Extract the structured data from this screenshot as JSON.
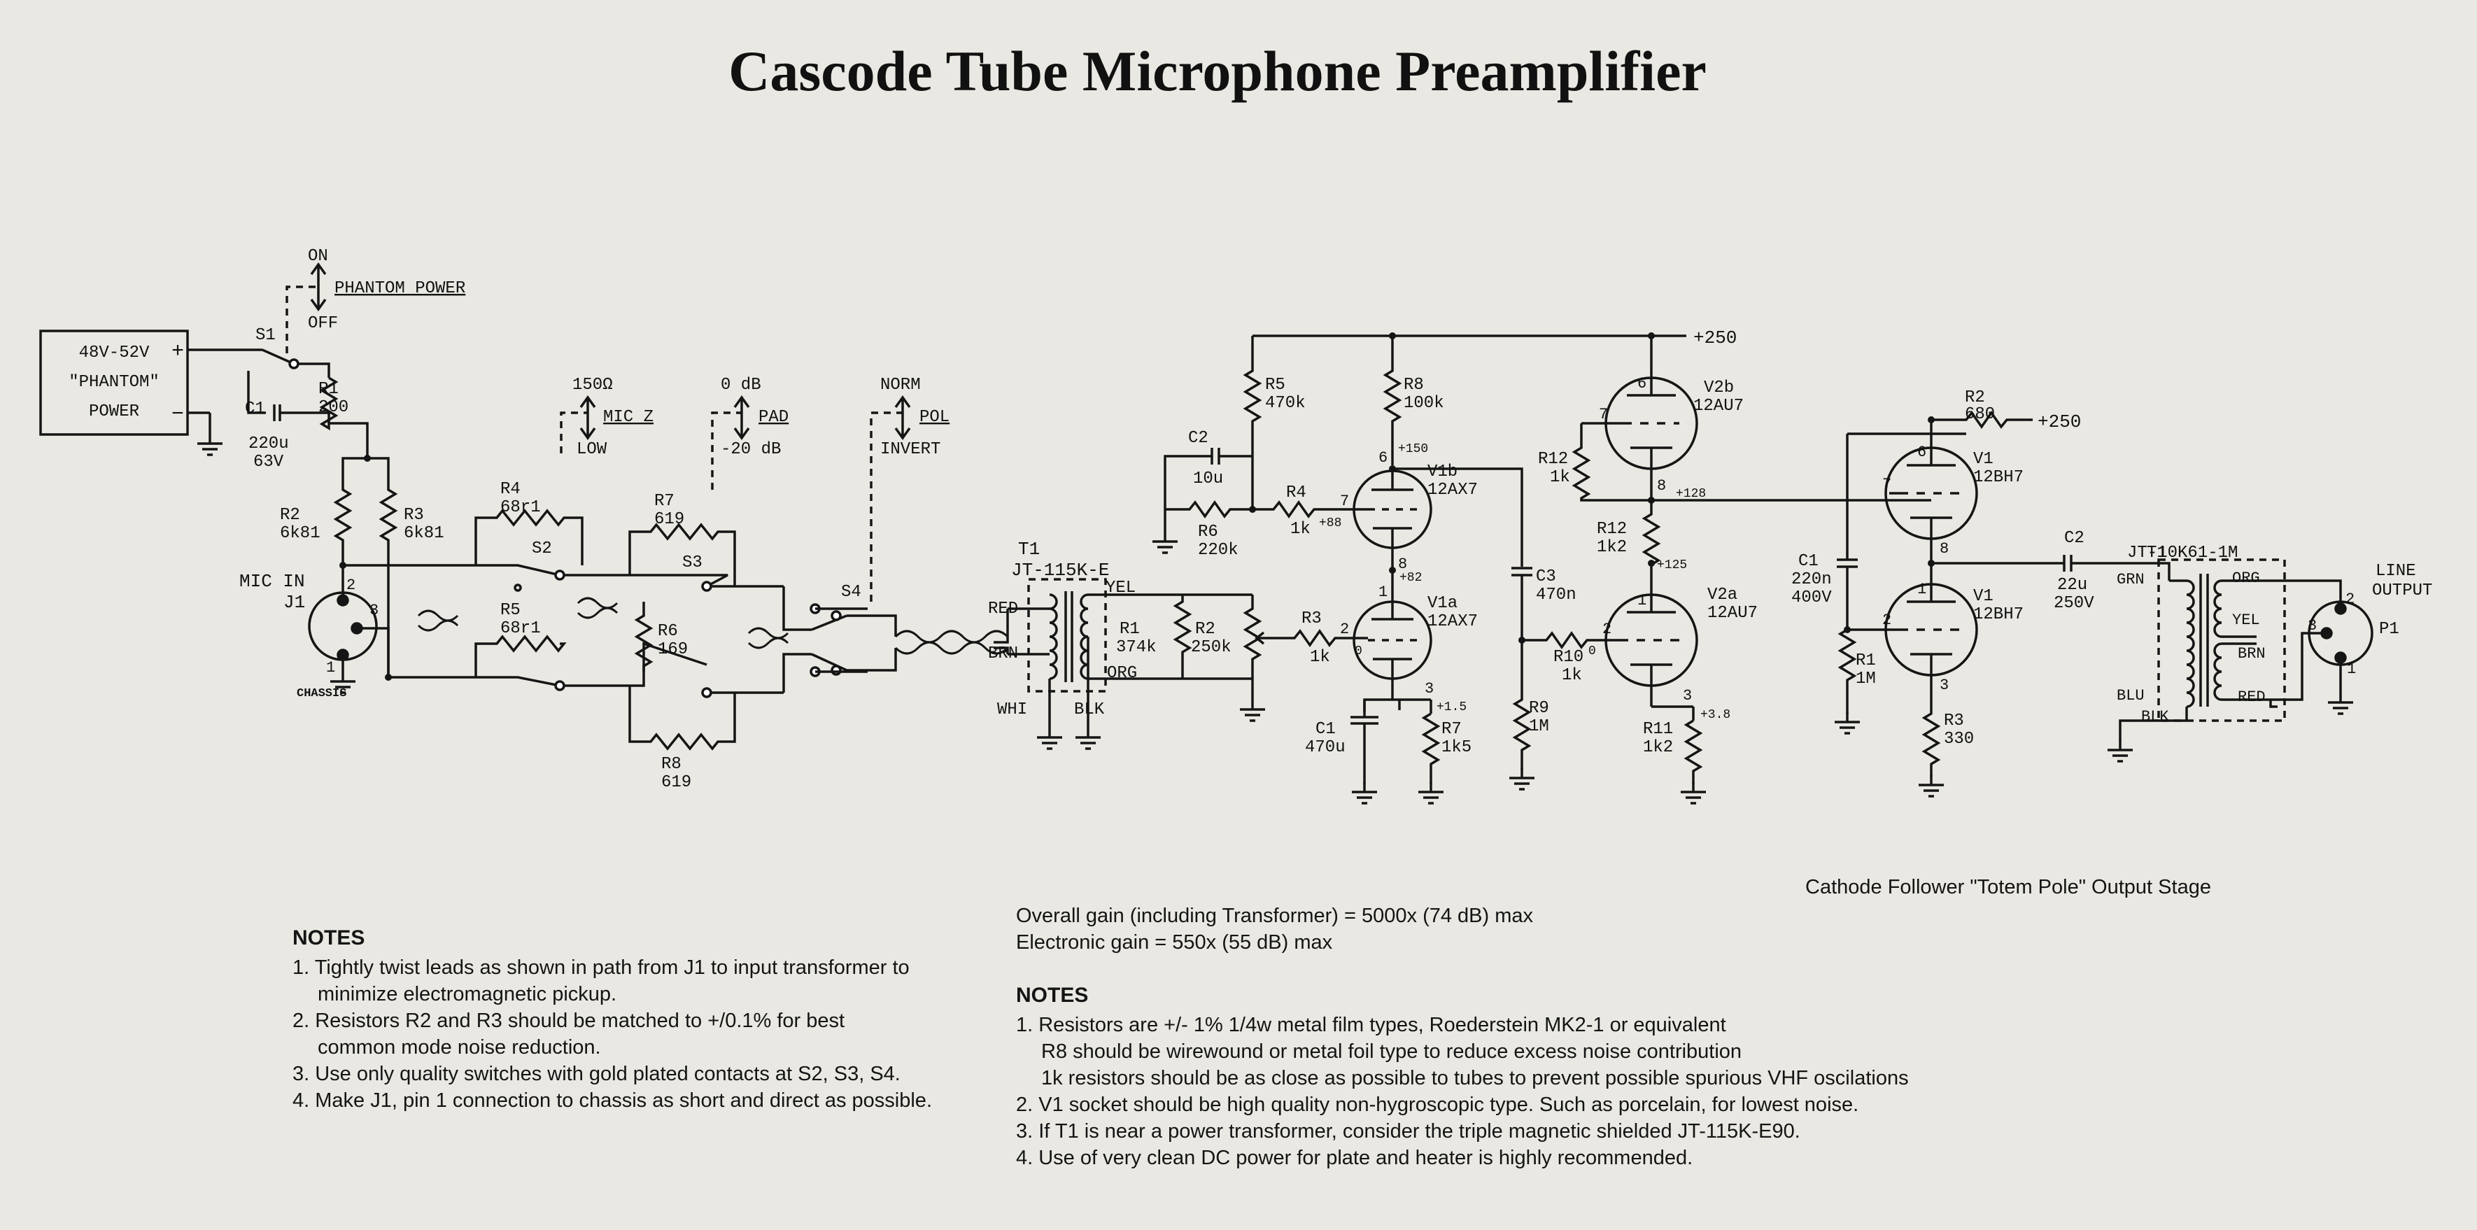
{
  "title": "Cascode Tube Microphone Preamplifier",
  "labels": {
    "phantom_box": [
      "48V-52V",
      "\"PHANTOM\"",
      "POWER"
    ],
    "plus": "+",
    "minus": "−",
    "on": "ON",
    "off": "OFF",
    "phantom_power": "PHANTOM POWER",
    "s1": "S1",
    "r1": "R1",
    "r1v": "200",
    "c1": "C1",
    "c1v": "220u",
    "c1v2": "63V",
    "z150": "150Ω",
    "mic_z": "MIC Z",
    "low": "LOW",
    "db0": "0 dB",
    "pad": "PAD",
    "db20": "-20 dB",
    "norm": "NORM",
    "pol": "POL",
    "invert": "INVERT",
    "r2": "R2",
    "r2v": "6k81",
    "r3": "R3",
    "r3v": "6k81",
    "r4": "R4",
    "r4v": "68r1",
    "r5": "R5",
    "r5v": "68r1",
    "s2": "S2",
    "s3": "S3",
    "s4": "S4",
    "r7": "R7",
    "r7v": "619",
    "r6": "R6",
    "r6v": "169",
    "r8": "R8",
    "r8v": "619",
    "mic_in": "MIC IN",
    "j1": "J1",
    "chassis": "CHASSIS",
    "pin1": "1",
    "pin2": "2",
    "pin3": "3",
    "t1": "T1",
    "t1v": "JT-115K-E",
    "red": "RED",
    "brn": "BRN",
    "whi": "WHI",
    "yel": "YEL",
    "org": "ORG",
    "blk": "BLK",
    "r1b": "R1",
    "r1bv": "374k",
    "r2b": "R2",
    "r2bv": "250k",
    "c2": "C2",
    "c2v": "10u",
    "r5b": "R5",
    "r5bv": "470k",
    "r6b": "R6",
    "r6bv": "220k",
    "r4b": "R4",
    "r4bv": "1k",
    "r8b": "R8",
    "r8bv": "100k",
    "plus250": "+250",
    "v1b": "V1b",
    "v1bt": "12AX7",
    "v1a": "V1a",
    "v1at": "12AX7",
    "r3b": "R3",
    "r3bv": "1k",
    "c1b": "C1",
    "c1bv": "470u",
    "r7b": "R7",
    "r7bv": "1k5",
    "v150": "+150",
    "v88": "+88",
    "v82": "+82",
    "v15": "+1.5",
    "c3": "C3",
    "c3v": "470n",
    "r9": "R9",
    "r9v": "1M",
    "r10": "R10",
    "r10v": "1k",
    "r12": "R12",
    "r12v": "1k",
    "r12b": "R12",
    "r12bv": "1k2",
    "r11": "R11",
    "r11v": "1k2",
    "v2b": "V2b",
    "v2bt": "12AU7",
    "v2a": "V2a",
    "v2at": "12AU7",
    "v128": "+128",
    "v125": "+125",
    "v38": "+3.8",
    "r2c": "R2",
    "r2cv": "680",
    "v1u": "V1",
    "v1ut": "12BH7",
    "v1l": "V1",
    "v1lt": "12BH7",
    "c1c": "C1",
    "c1cv": "220n",
    "c1cv2": "400V",
    "r1c": "R1",
    "r1cv": "1M",
    "r3c": "R3",
    "r3cv": "330",
    "c2c": "C2",
    "c2cv": "22u",
    "c2cv2": "250V",
    "t1c": "T1",
    "t1cv": "JT-10K61-1M",
    "grn": "GRN",
    "blu": "BLU",
    "line_output": [
      "LINE",
      "OUTPUT"
    ],
    "p1": "P1"
  },
  "stage_caption": "Cathode Follower \"Totem Pole\" Output Stage",
  "gain": {
    "overall": "Overall gain (including Transformer) = 5000x (74 dB) max",
    "electronic": "Electronic gain = 550x (55 dB) max"
  },
  "notes_left": {
    "heading": "NOTES",
    "items": [
      "1. Tightly twist leads as shown in path from J1 to input transformer to",
      "minimize electromagnetic pickup.",
      "2. Resistors R2 and R3 should be matched to +/0.1% for best",
      "common mode noise reduction.",
      "3. Use only quality switches with gold plated contacts at S2, S3, S4.",
      "4. Make J1, pin 1 connection to chassis as short and direct as possible."
    ]
  },
  "notes_right": {
    "heading": "NOTES",
    "items": [
      "1. Resistors are +/- 1% 1/4w metal film types, Roederstein MK2-1 or equivalent",
      "R8 should be wirewound or metal foil type to reduce excess noise contribution",
      "1k resistors should be as close as possible to tubes to prevent possible spurious VHF oscilations",
      "2. V1 socket should be high quality non-hygroscopic type. Such as porcelain, for lowest noise.",
      "3. If T1 is near a power transformer, consider the triple magnetic shielded JT-115K-E90.",
      "4. Use of very clean DC power for plate and heater is highly recommended."
    ]
  }
}
